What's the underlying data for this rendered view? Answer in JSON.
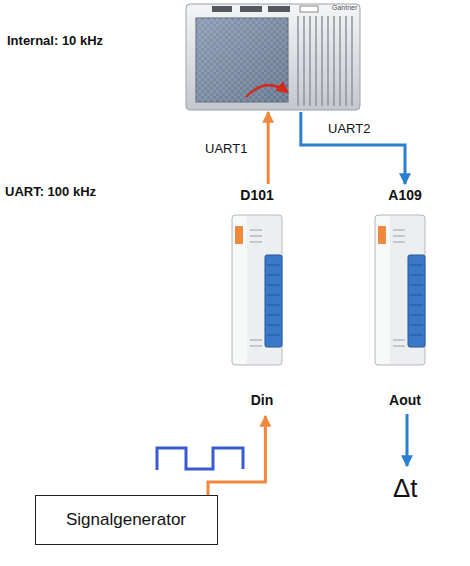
{
  "diagram": {
    "nodes": [
      {
        "text": [
          "Gantner"
        ]
      },
      {
        "text": [
          "D101",
          "Din"
        ]
      },
      {
        "text": [
          "A109",
          "Aout"
        ]
      },
      {
        "text": [
          "Signalgenerator"
        ]
      }
    ],
    "edges": [
      {
        "from": 3,
        "to": 1,
        "arrow": "to"
      },
      {
        "from": 1,
        "to": 0,
        "label": "UART1",
        "arrow": "to"
      },
      {
        "from": 0,
        "to": 2,
        "label": "UART2",
        "arrow": "to"
      }
    ],
    "labels": [
      "Internal: 10 kHz",
      "UART: 100 kHz",
      "Δt"
    ]
  }
}
